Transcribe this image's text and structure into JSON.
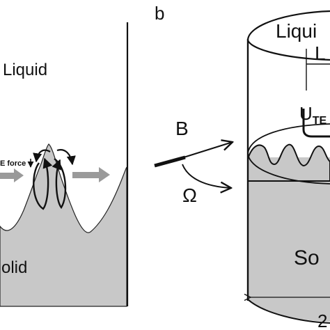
{
  "panel_a": {
    "liquid_label": "Liquid",
    "solid_label": "olid",
    "force_label": "E force"
  },
  "panel_b": {
    "panel_letter": "b",
    "liquid_label": "Liqui",
    "l_label": "L",
    "u_label": "U",
    "u_subscript": "TE",
    "b_label": "B",
    "omega_label": "Ω",
    "solid_label": "So",
    "dimension_label": "2"
  },
  "colors": {
    "solid_fill": "#c8c8c8",
    "arrow_gray": "#9a9a9a",
    "line": "#111111",
    "background": "#ffffff"
  }
}
